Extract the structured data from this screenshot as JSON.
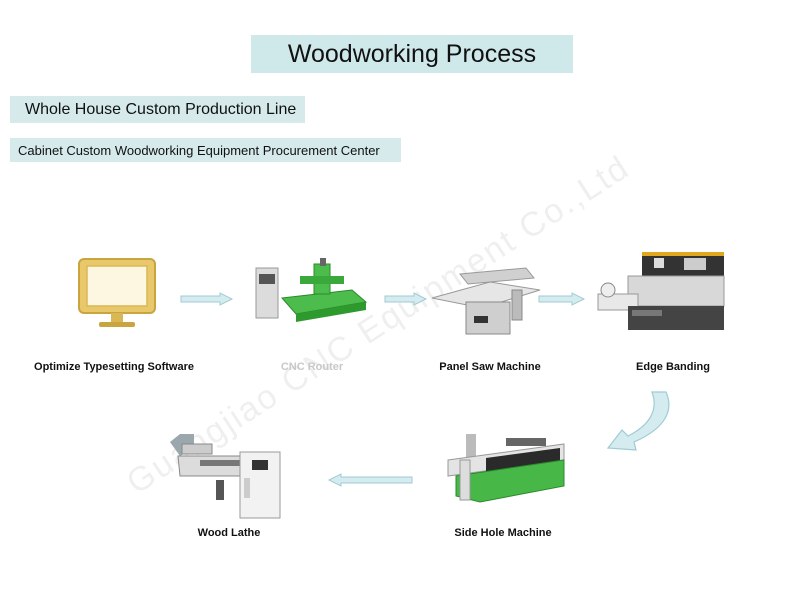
{
  "title": "Woodworking Process",
  "subtitle_1": "Whole House Custom Production Line",
  "subtitle_2": "Cabinet Custom Woodworking Equipment Procurement Center",
  "watermark": "Guangjiao CNC Equipment Co.,Ltd",
  "steps": [
    {
      "label": "Optimize Typesetting Software",
      "icon": "monitor-icon"
    },
    {
      "label": "CNC Router",
      "icon": "cnc-router-machine"
    },
    {
      "label": "Panel Saw Machine",
      "icon": "panel-saw-machine"
    },
    {
      "label": "Edge Banding",
      "icon": "edge-banding-machine"
    },
    {
      "label": "Side Hole Machine",
      "icon": "side-hole-machine"
    },
    {
      "label": "Wood Lathe",
      "icon": "wood-lathe-machine"
    }
  ],
  "colors": {
    "accent": "#cfe8ea",
    "arrow": "#b8dce2",
    "machine_green": "#3cb43c"
  }
}
